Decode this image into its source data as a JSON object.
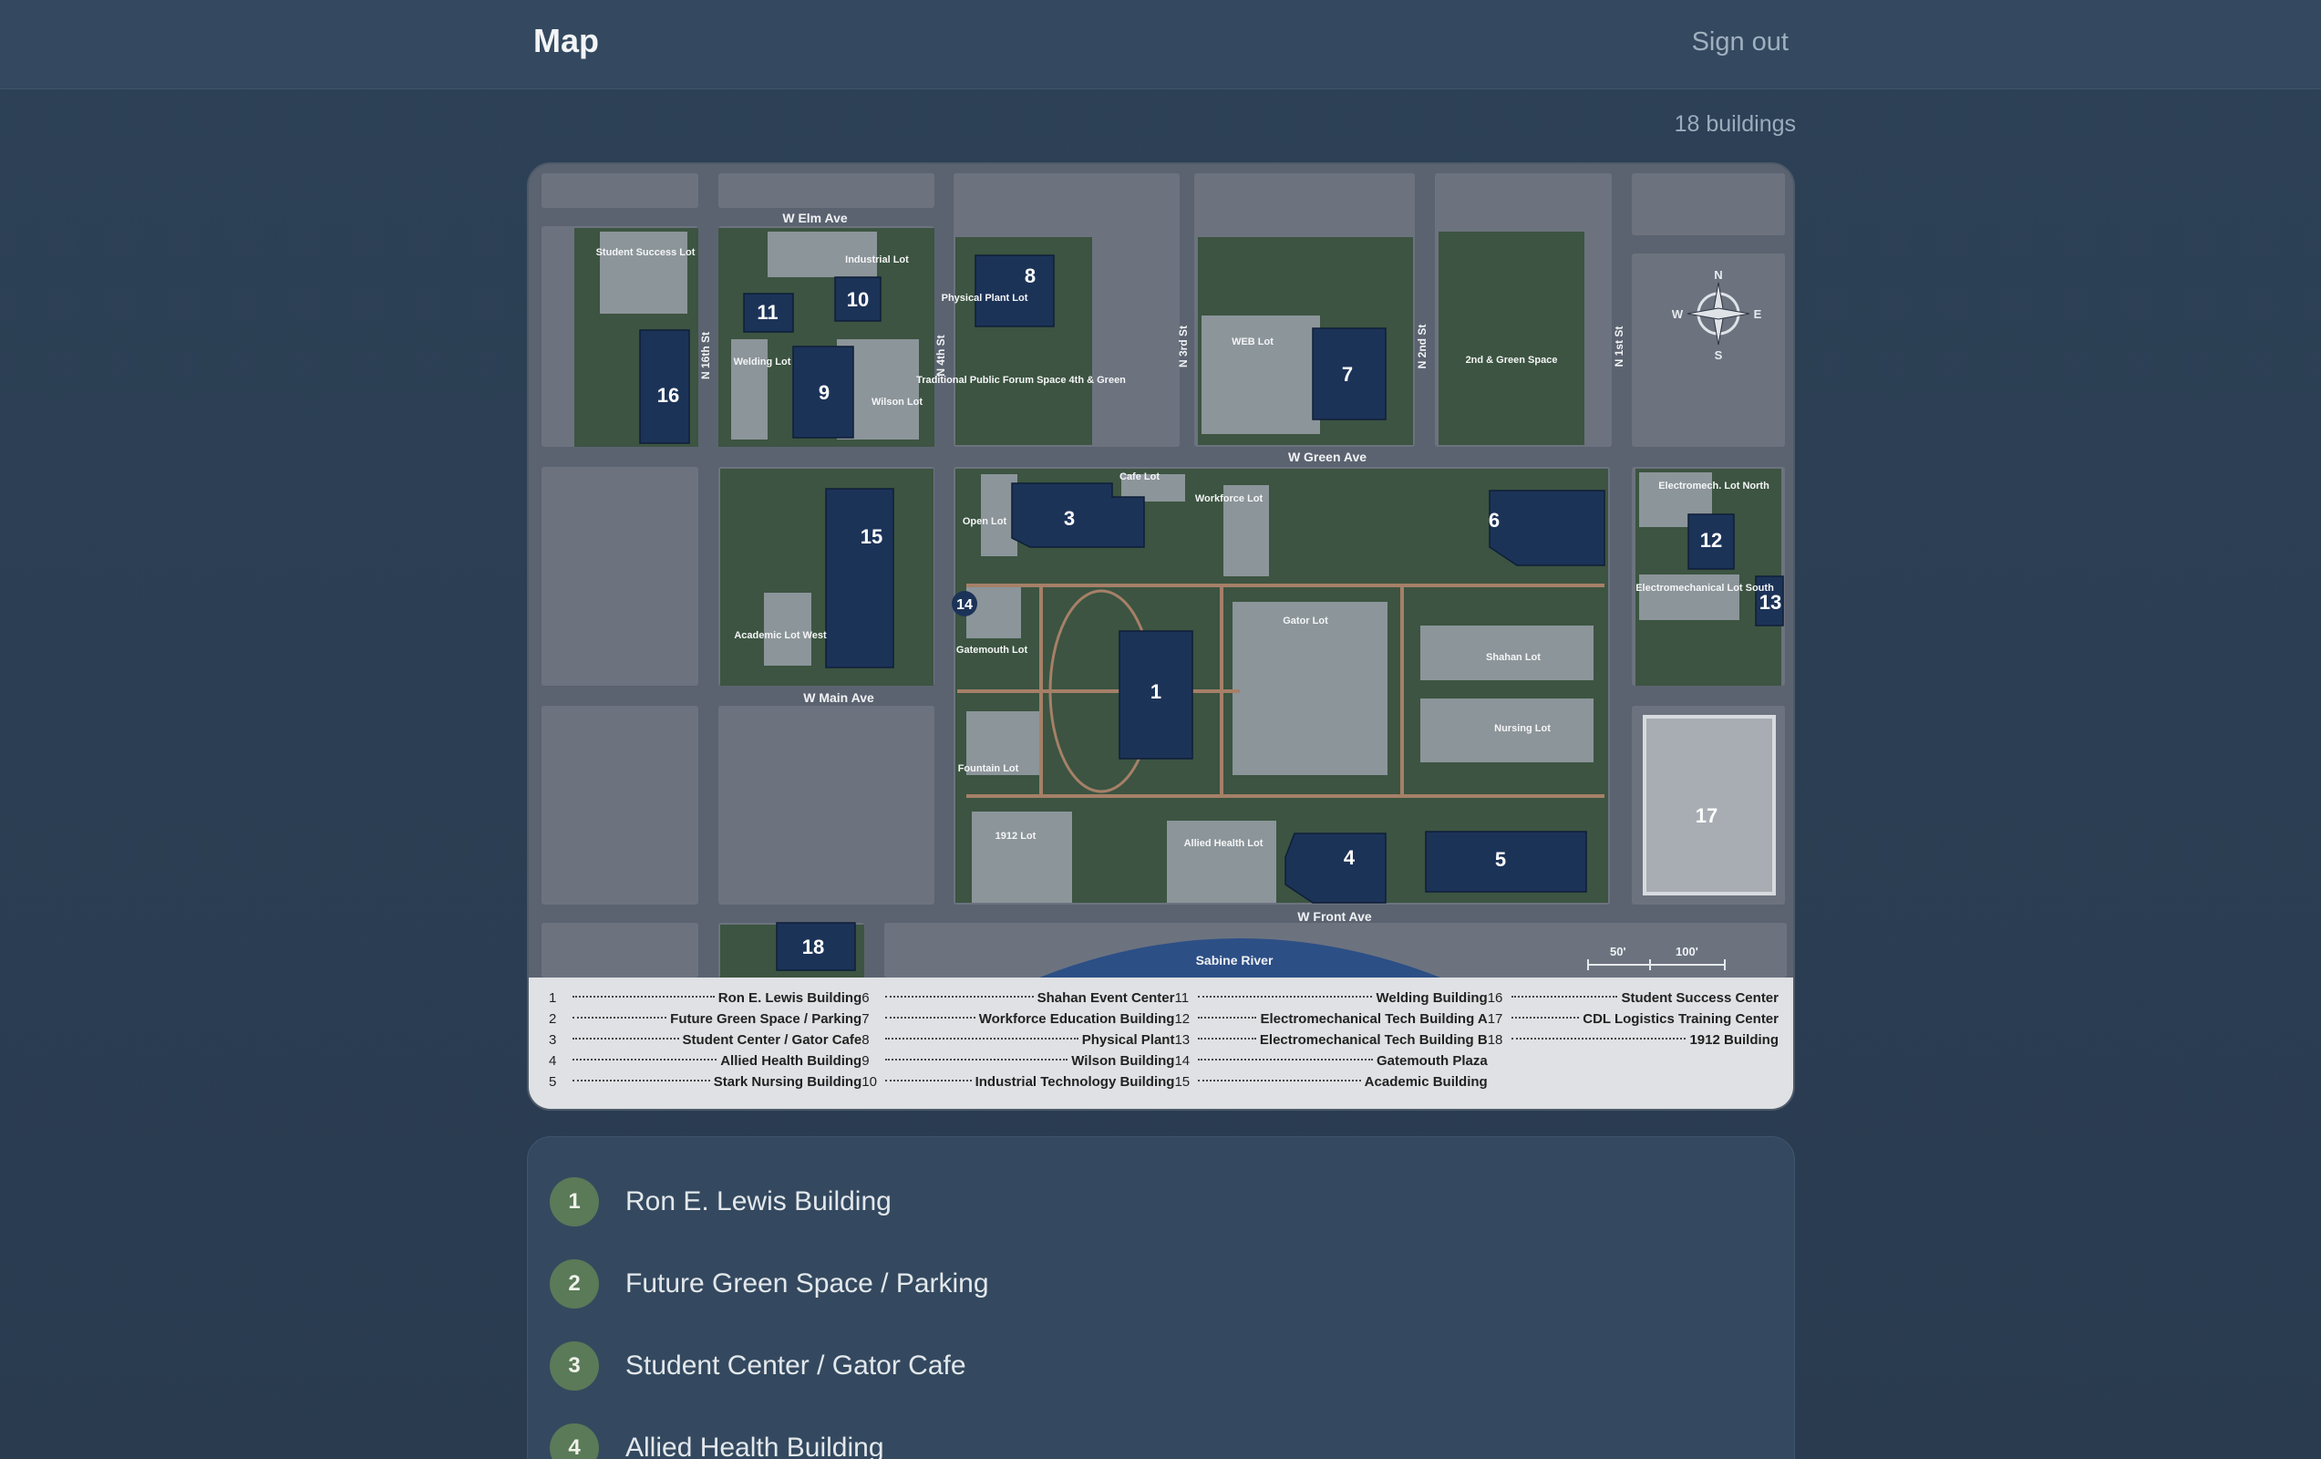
{
  "header": {
    "title": "Map",
    "signout_label": "Sign out"
  },
  "summary": {
    "building_count": "18 buildings"
  },
  "map": {
    "streets": [
      "W Elm Ave",
      "W Green Ave",
      "W Main Ave",
      "W Front Ave",
      "N 16th St",
      "N 4th St",
      "N 3rd St",
      "N 2nd St",
      "N 1st St"
    ],
    "river": "Sabine River",
    "lots": [
      "Student Success Lot",
      "Industrial Lot",
      "Welding Lot",
      "Wilson Lot",
      "Physical Plant Lot",
      "Traditional Public Forum Space 4th & Green",
      "WEB Lot",
      "2nd & Green Space",
      "Cafe Lot",
      "Open Lot",
      "Workforce Lot",
      "Electromech. Lot North",
      "Electromechanical Lot South",
      "Academic Lot West",
      "Gatemouth Lot",
      "Gator Lot",
      "Shahan Lot",
      "Nursing Lot",
      "Fountain Lot",
      "1912 Lot",
      "Allied Health Lot"
    ],
    "compass": {
      "n": "N",
      "s": "S",
      "e": "E",
      "w": "W"
    },
    "scale": {
      "a": "50'",
      "b": "100'"
    }
  },
  "buildings": [
    {
      "num": "1",
      "name": "Ron E. Lewis Building"
    },
    {
      "num": "2",
      "name": "Future Green Space / Parking"
    },
    {
      "num": "3",
      "name": "Student Center / Gator Cafe"
    },
    {
      "num": "4",
      "name": "Allied Health Building"
    },
    {
      "num": "5",
      "name": "Stark Nursing Building"
    },
    {
      "num": "6",
      "name": "Shahan Event Center"
    },
    {
      "num": "7",
      "name": "Workforce Education Building"
    },
    {
      "num": "8",
      "name": "Physical Plant"
    },
    {
      "num": "9",
      "name": "Wilson Building"
    },
    {
      "num": "10",
      "name": "Industrial Technology Building"
    },
    {
      "num": "11",
      "name": "Welding Building"
    },
    {
      "num": "12",
      "name": "Electromechanical Tech Building A"
    },
    {
      "num": "13",
      "name": "Electromechanical Tech Building B"
    },
    {
      "num": "14",
      "name": "Gatemouth Plaza"
    },
    {
      "num": "15",
      "name": "Academic Building"
    },
    {
      "num": "16",
      "name": "Student Success Center"
    },
    {
      "num": "17",
      "name": "CDL Logistics Training Center"
    },
    {
      "num": "18",
      "name": "1912 Building"
    }
  ],
  "colors": {
    "building": "#1c3358",
    "green": "#3c5440",
    "road": "#5e6672",
    "block": "#6b7280",
    "badge": "#5a7a58"
  }
}
